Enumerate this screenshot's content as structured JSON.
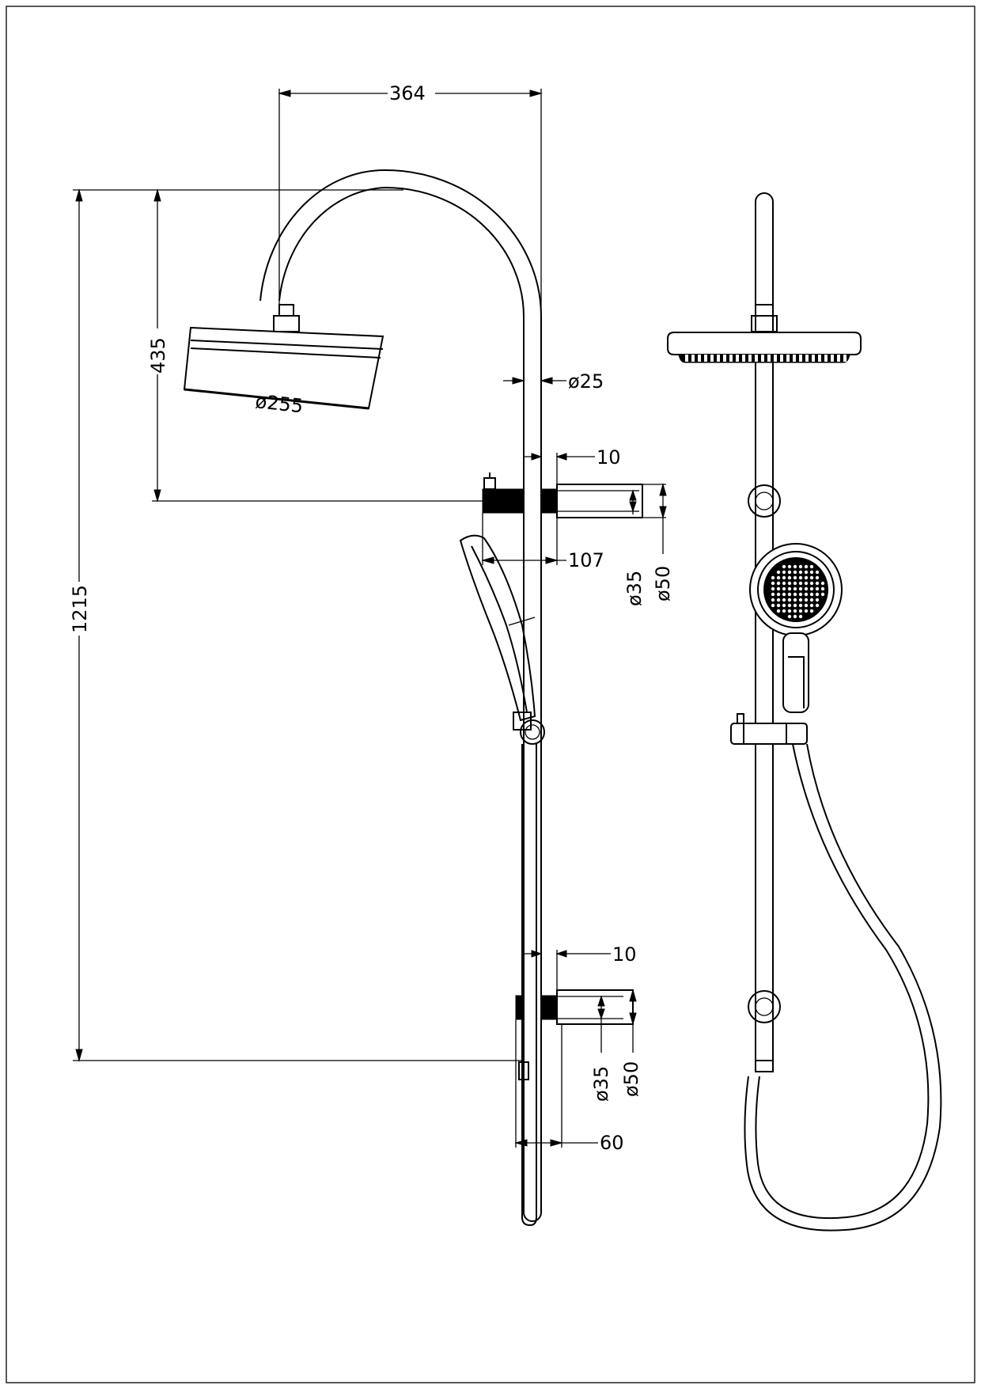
{
  "drawing": {
    "dimensions": {
      "arm_reach": "364",
      "overall_height": "1215",
      "head_drop": "435",
      "head_diameter": "ø255",
      "riser_diameter": "ø25",
      "upper_offset": "10",
      "upper_projection": "107",
      "upper_inner_diameter": "ø35",
      "upper_outer_diameter": "ø50",
      "lower_offset": "10",
      "lower_projection": "60",
      "lower_inner_diameter": "ø35",
      "lower_outer_diameter": "ø50"
    }
  }
}
